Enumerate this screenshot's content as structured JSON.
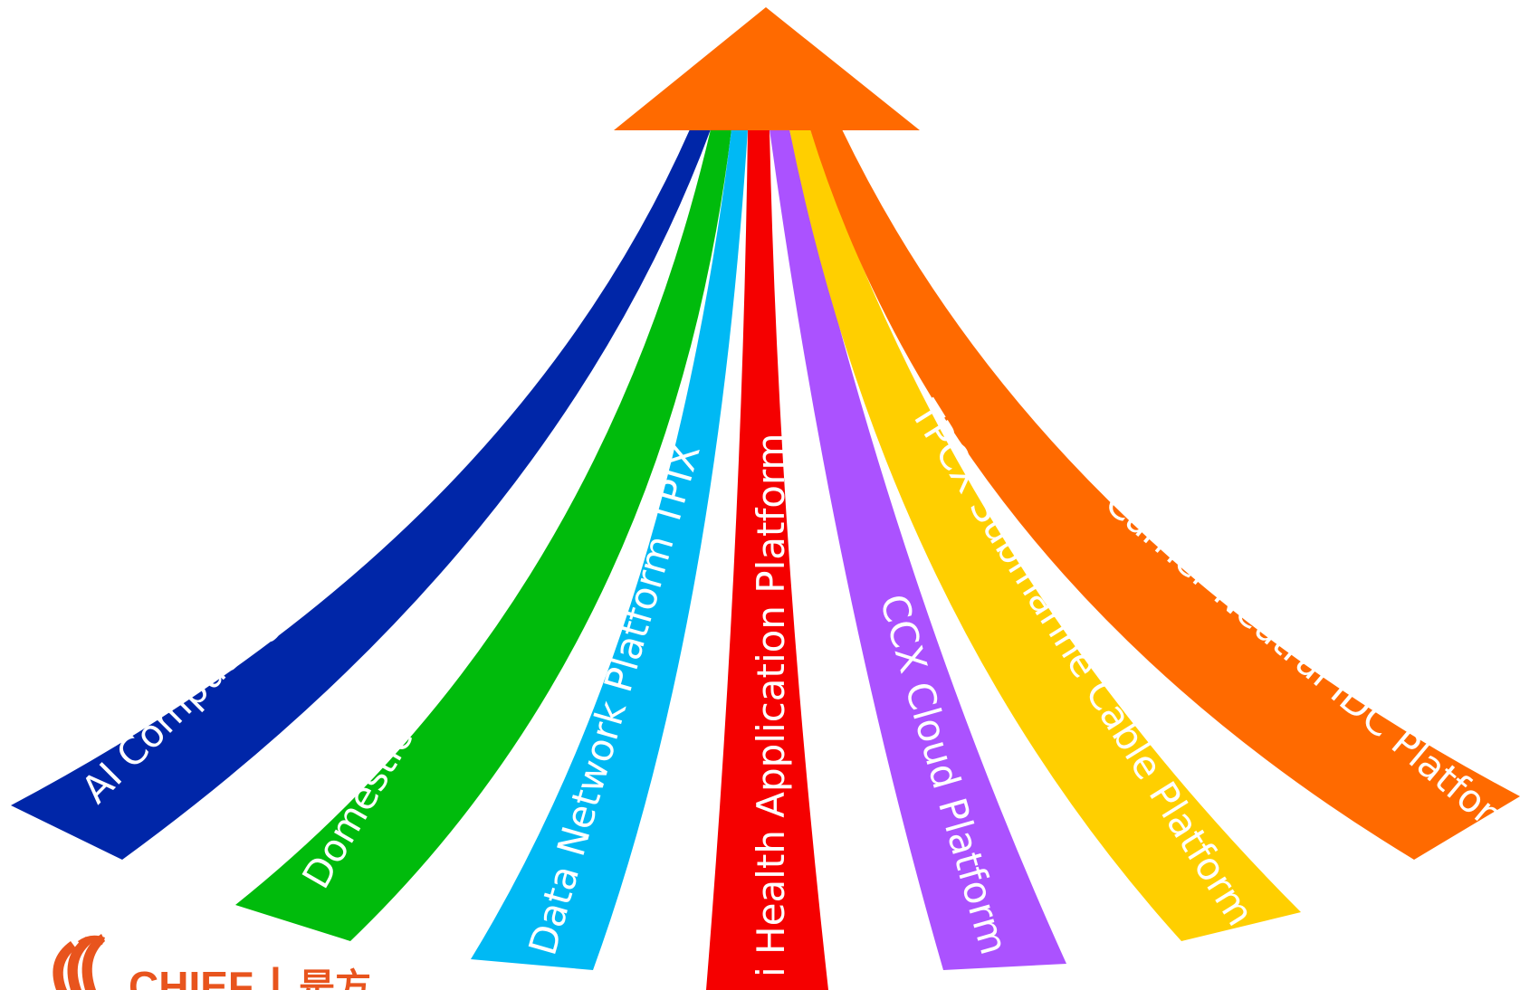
{
  "arrow": {
    "color": "#ff6a00"
  },
  "platforms": [
    {
      "label": "AI Computing Platform",
      "color": "#0026a8"
    },
    {
      "label": "Domestic Local Loop Platform",
      "color": "#00bb0c"
    },
    {
      "label": "Data Network Platform TPIX",
      "color": "#00b9f4"
    },
    {
      "label": "i Health Application Platform",
      "color": "#f50000"
    },
    {
      "label": "CCX Cloud Platform",
      "color": "#ab52ff"
    },
    {
      "label": "TPCX Submarine Cable Platform",
      "color": "#ffcf00"
    },
    {
      "label": "Carrier Neutral IDC Platform",
      "color": "#ff6a00"
    }
  ],
  "logo": {
    "name": "CHIEF",
    "separator": "|",
    "name_cn": "是方",
    "color": "#e8541d"
  }
}
